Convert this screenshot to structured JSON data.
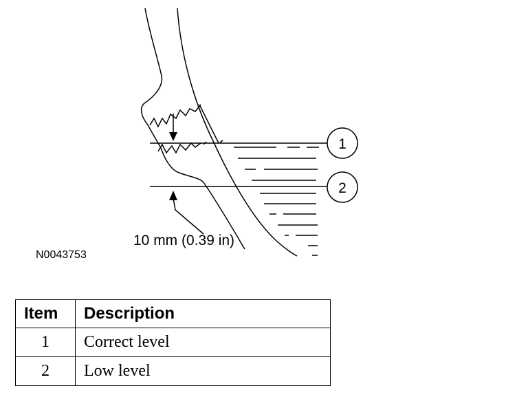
{
  "figure": {
    "callouts": [
      "1",
      "2"
    ],
    "dimension_label": "10 mm (0.39 in)",
    "figure_code": "N0043753"
  },
  "legend": {
    "headers": {
      "item": "Item",
      "description": "Description"
    },
    "rows": [
      {
        "item": "1",
        "description": "Correct level"
      },
      {
        "item": "2",
        "description": "Low level"
      }
    ]
  }
}
